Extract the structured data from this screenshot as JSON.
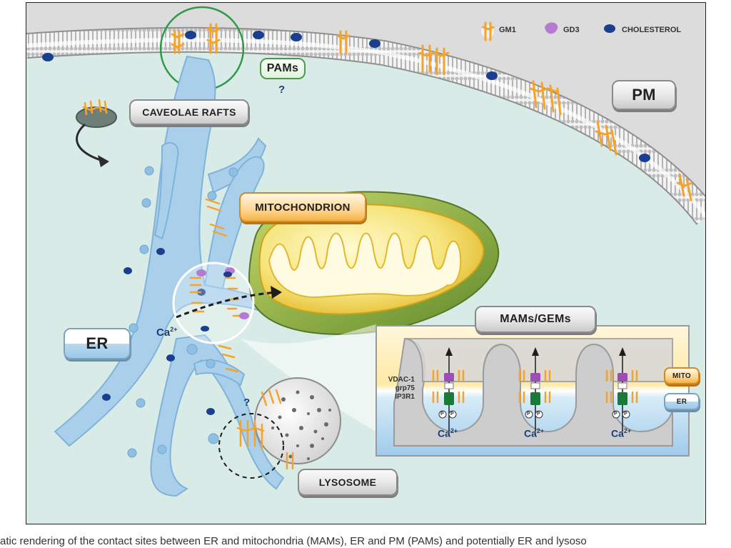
{
  "legend": {
    "gm1": "GM1",
    "gd3": "GD3",
    "cholesterol": "CHOLESTEROL"
  },
  "labels": {
    "pams": "PAMs",
    "pams_question": "?",
    "pm": "PM",
    "caveolae": "CAVEOLAE RAFTS",
    "mitochondrion": "MITOCHONDRION",
    "er": "ER",
    "ca_main": "Ca",
    "ca_sup": "2+",
    "mams_gems": "MAMs/GEMs",
    "lysosome": "LYSOSOME",
    "lysosome_question": "?"
  },
  "inset": {
    "proteins": [
      "VDAC-1",
      "grp75",
      "IP3R1"
    ],
    "mito": "MITO",
    "er": "ER",
    "ca": [
      "Ca",
      "Ca",
      "Ca"
    ],
    "ca_sup": "2+",
    "phospho": "P"
  },
  "caption": "atic rendering of the contact sites between ER and mitochondria (MAMs), ER and PM (PAMs) and potentially ER and lysoso",
  "colors": {
    "cytosol": "#d9ebe6",
    "extracellular": "#dcdcdc",
    "er": "#a9cfea",
    "cholesterol": "#1a3f8f",
    "gm1": "#f5a32a",
    "gd3": "#b57ad1",
    "mito_outer": "#8aa63a",
    "mito_inner": "#f0d64a"
  }
}
